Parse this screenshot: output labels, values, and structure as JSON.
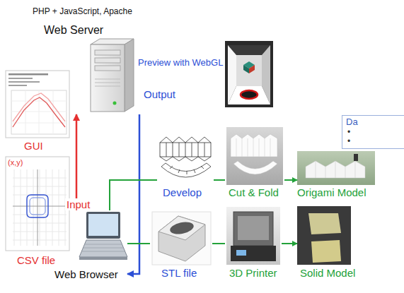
{
  "diagram": {
    "nodes": [
      {
        "text": [
          "Web Server"
        ]
      },
      {
        "text": [
          "Preview with WebGL"
        ]
      },
      {
        "text": [
          "GUI"
        ]
      },
      {
        "text": [
          "Da",
          "•",
          "•"
        ]
      },
      {
        "text": [
          "Develop"
        ]
      },
      {
        "text": [
          "Cut & Fold"
        ]
      },
      {
        "text": [
          "Origami Model"
        ]
      },
      {
        "text": [
          "CSV file"
        ]
      },
      {
        "text": [
          "Web Browser"
        ]
      },
      {
        "text": [
          "STL file"
        ]
      },
      {
        "text": [
          "3D Printer"
        ]
      },
      {
        "text": [
          "Solid Model"
        ]
      }
    ],
    "edges": [
      {
        "from": 8,
        "to": 0,
        "arrow": "to",
        "label": "Input"
      },
      {
        "from": 0,
        "to": 8,
        "arrow": "to",
        "label": "Output"
      },
      {
        "from": 8,
        "to": 4,
        "arrow": "none"
      },
      {
        "from": 4,
        "to": 5,
        "arrow": "none"
      },
      {
        "from": 5,
        "to": 6,
        "arrow": "to"
      },
      {
        "from": 8,
        "to": 9,
        "arrow": "none"
      },
      {
        "from": 9,
        "to": 10,
        "arrow": "none"
      },
      {
        "from": 10,
        "to": 11,
        "arrow": "to"
      }
    ],
    "labels": [
      "PHP + JavaScript, Apache",
      "(x,y)"
    ]
  }
}
